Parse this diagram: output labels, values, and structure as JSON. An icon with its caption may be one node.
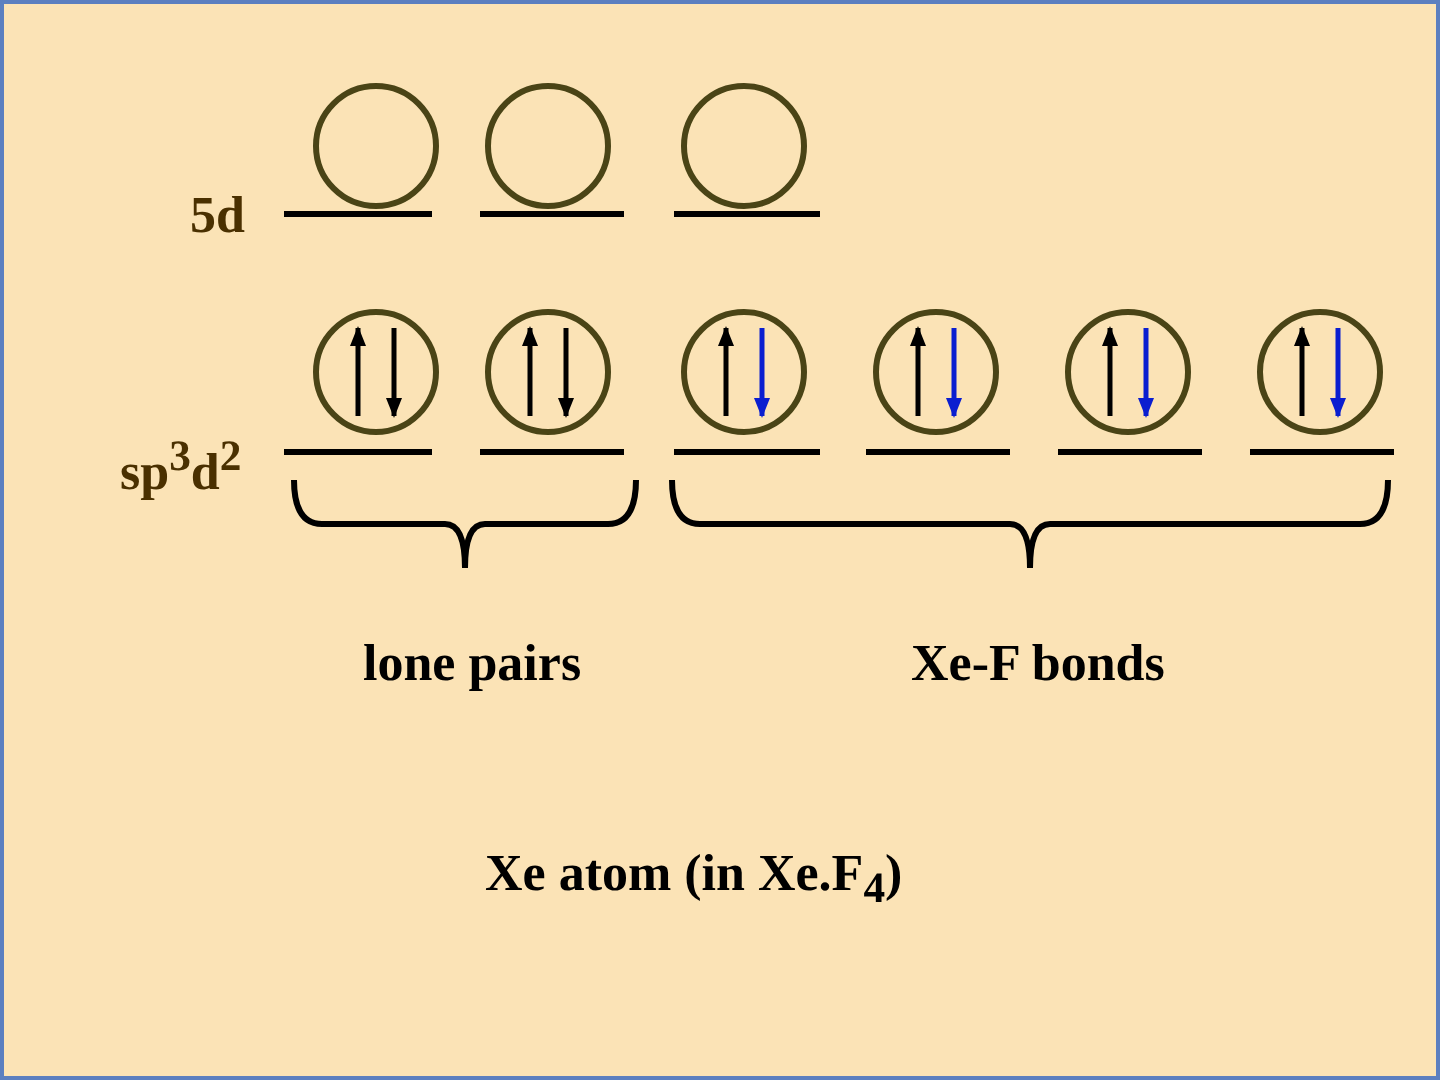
{
  "diagram": {
    "labels": [
      "5d",
      "sp$^{3}$d$^{2}$",
      "lone pairs",
      "Xe-F bonds",
      "Xe atom (in Xe.F$_{4}$)"
    ]
  }
}
